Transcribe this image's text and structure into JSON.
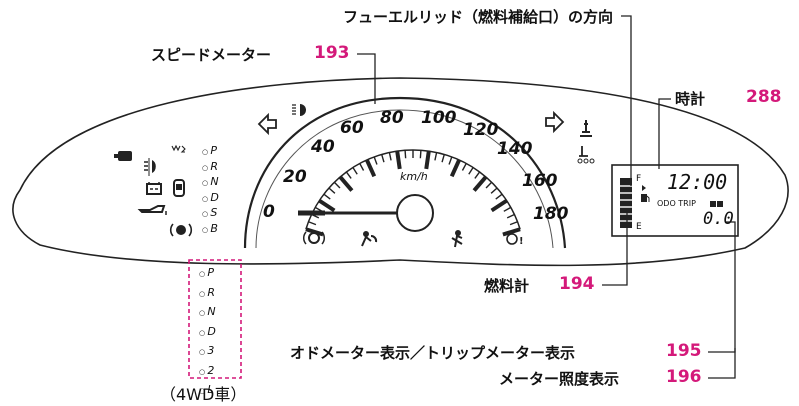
{
  "callouts": {
    "fuel_lid": {
      "label": "フューエルリッド（燃料補給口）の方向"
    },
    "speedometer": {
      "label": "スピードメーター",
      "page": "193"
    },
    "clock": {
      "label": "時計",
      "page": "288"
    },
    "fuel_gauge": {
      "label": "燃料計",
      "page": "194"
    },
    "odo_trip": {
      "label": "オドメーター表示／トリップメーター表示",
      "page": "195"
    },
    "illumination": {
      "label": "メーター照度表示",
      "page": "196"
    }
  },
  "speedometer": {
    "unit": "km/h",
    "ticks": [
      "0",
      "20",
      "40",
      "60",
      "80",
      "100",
      "120",
      "140",
      "160",
      "180"
    ]
  },
  "shift_indicator": [
    "P",
    "R",
    "N",
    "D",
    "S",
    "B"
  ],
  "shift_indicator_4wd": [
    "P",
    "R",
    "N",
    "D",
    "3",
    "2",
    "L"
  ],
  "shift_4wd_caption": "（4WD車）",
  "display": {
    "clock": "12:00",
    "mode_label": "ODO TRIP",
    "odo_value": "0.0",
    "fuel_full": "F",
    "fuel_empty": "E"
  },
  "colors": {
    "accent": "#d4197a"
  }
}
